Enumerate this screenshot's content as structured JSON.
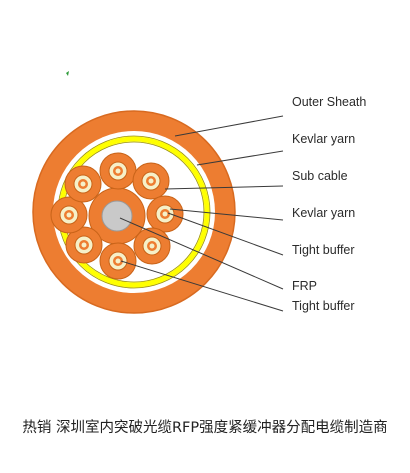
{
  "diagram": {
    "labels": [
      "Outer Sheath",
      "Kevlar yarn",
      "Sub cable",
      "Kevlar yarn",
      "Tight buffer",
      "FRP",
      "Tight buffer"
    ],
    "colors": {
      "sheath": "#ed7d31",
      "sheath_edge": "#d86a20",
      "yellow_ring": "#ffff00",
      "sub_cable": "#ed7d31",
      "fiber_ring": "#f6f0c8",
      "frp": "#c9c9c9",
      "leader": "#3a3a3a"
    },
    "mark_icon": "green-tick-icon"
  },
  "caption": "热销 深圳室内突破光缆RFP强度紧缓冲器分配电缆制造商"
}
